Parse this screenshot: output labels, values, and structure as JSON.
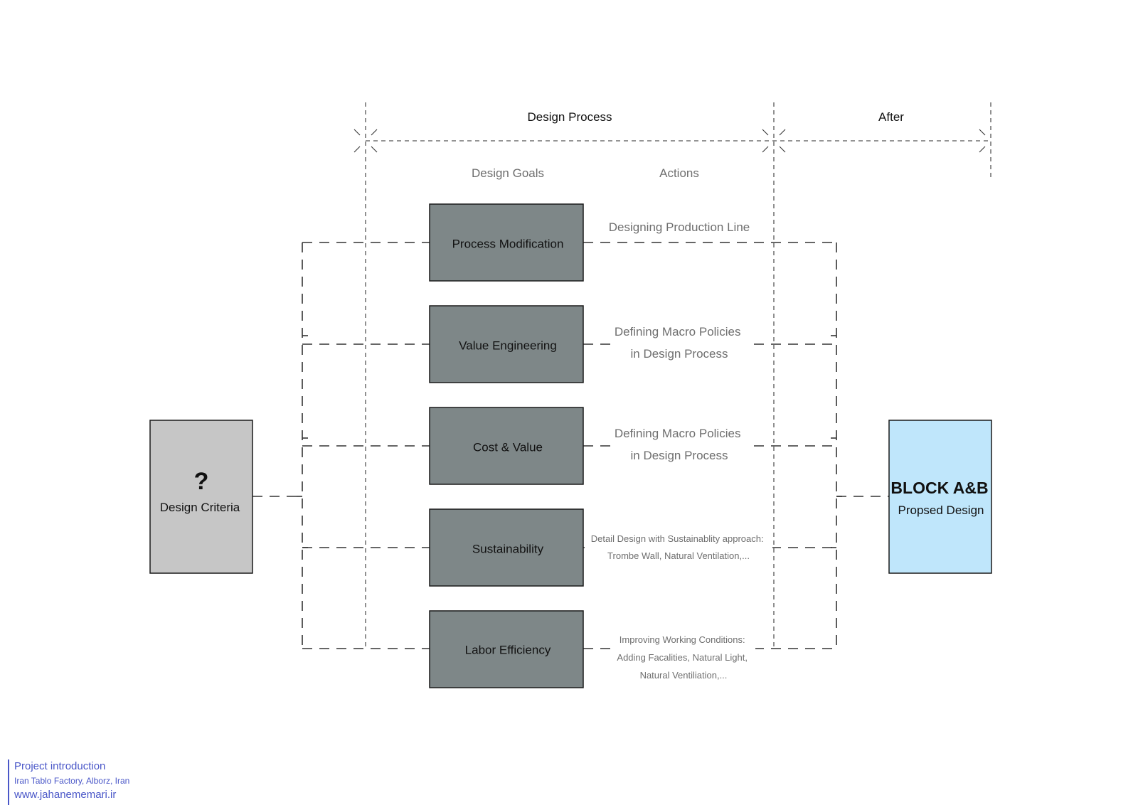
{
  "phases": {
    "design_process": "Design Process",
    "after": "After"
  },
  "columns": {
    "goals": "Design Goals",
    "actions": "Actions"
  },
  "criteria": {
    "symbol": "?",
    "label": "Design Criteria"
  },
  "goals": [
    {
      "label": "Process Modification"
    },
    {
      "label": "Value Engineering"
    },
    {
      "label": "Cost & Value"
    },
    {
      "label": "Sustainability"
    },
    {
      "label": "Labor Efficiency"
    }
  ],
  "actions": [
    {
      "lines": [
        "Designing Production Line"
      ]
    },
    {
      "lines": [
        "Defining Macro Policies",
        "in Design Process"
      ]
    },
    {
      "lines": [
        "Defining Macro Policies",
        "in Design Process"
      ]
    },
    {
      "lines": [
        "Detail Design with Sustainablity approach:",
        "Trombe Wall, Natural Ventilation,..."
      ]
    },
    {
      "lines": [
        "Improving Working Conditions:",
        "Adding Facalities, Natural Light,",
        "Natural Ventiliation,..."
      ]
    }
  ],
  "result": {
    "title": "BLOCK A&B",
    "label": "Propsed Design"
  },
  "colors": {
    "goal_box": "#7e8788",
    "criteria_box": "#c6c6c6",
    "result_box": "#bfe6fb",
    "footer_text": "#4a57c8"
  },
  "footer": {
    "title": "Project introduction",
    "subtitle": "Iran Tablo Factory, Alborz, Iran",
    "website": "www.jahanememari.ir"
  }
}
